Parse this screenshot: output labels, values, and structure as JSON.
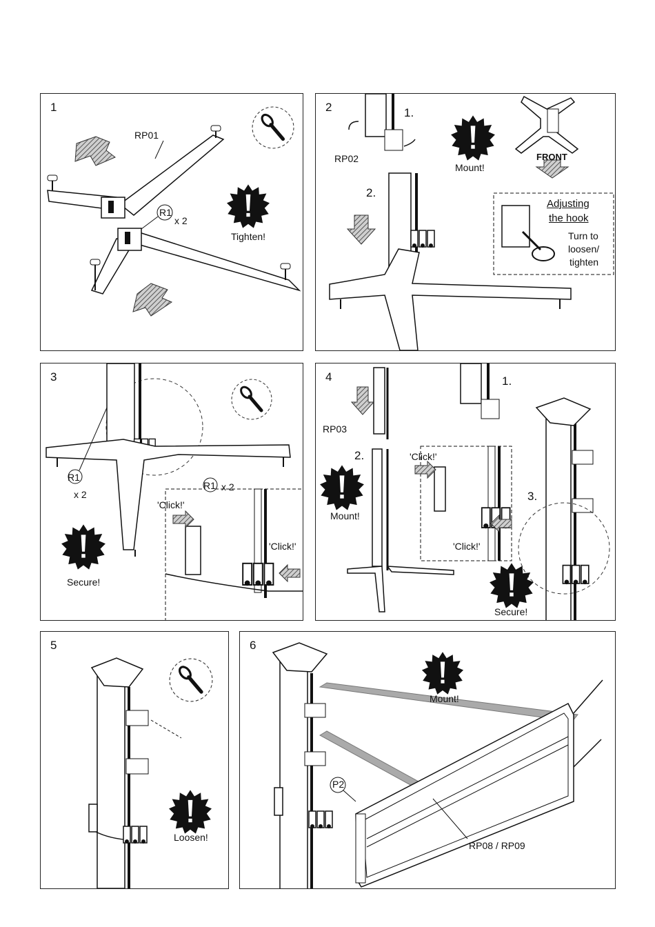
{
  "panels": [
    {
      "number": "1",
      "labels": {
        "part": "RP01",
        "ref": "R1",
        "qty": "x 2",
        "action": "Tighten!"
      }
    },
    {
      "number": "2",
      "labels": {
        "part": "RP02",
        "sub1": "1.",
        "sub2": "2.",
        "action": "Mount!",
        "front": "FRONT",
        "hook_title_1": "Adjusting",
        "hook_title_2": "the hook",
        "hook_text_1": "Turn to",
        "hook_text_2": "loosen/",
        "hook_text_3": "tighten"
      }
    },
    {
      "number": "3",
      "labels": {
        "ref": "R1",
        "qty": "x 2",
        "ref_b": "R1",
        "qty_b": "x 2",
        "click_1": "'Click!'",
        "click_2": "'Click!'",
        "action": "Secure!"
      }
    },
    {
      "number": "4",
      "labels": {
        "part": "RP03",
        "sub1": "1.",
        "sub2": "2.",
        "sub3": "3.",
        "click_1": "'Click!'",
        "click_2": "'Click!'",
        "action_1": "Mount!",
        "action_2": "Secure!"
      }
    },
    {
      "number": "5",
      "labels": {
        "action": "Loosen!"
      }
    },
    {
      "number": "6",
      "labels": {
        "action": "Mount!",
        "ref": "P2",
        "part": "RP08 / RP09"
      }
    }
  ]
}
